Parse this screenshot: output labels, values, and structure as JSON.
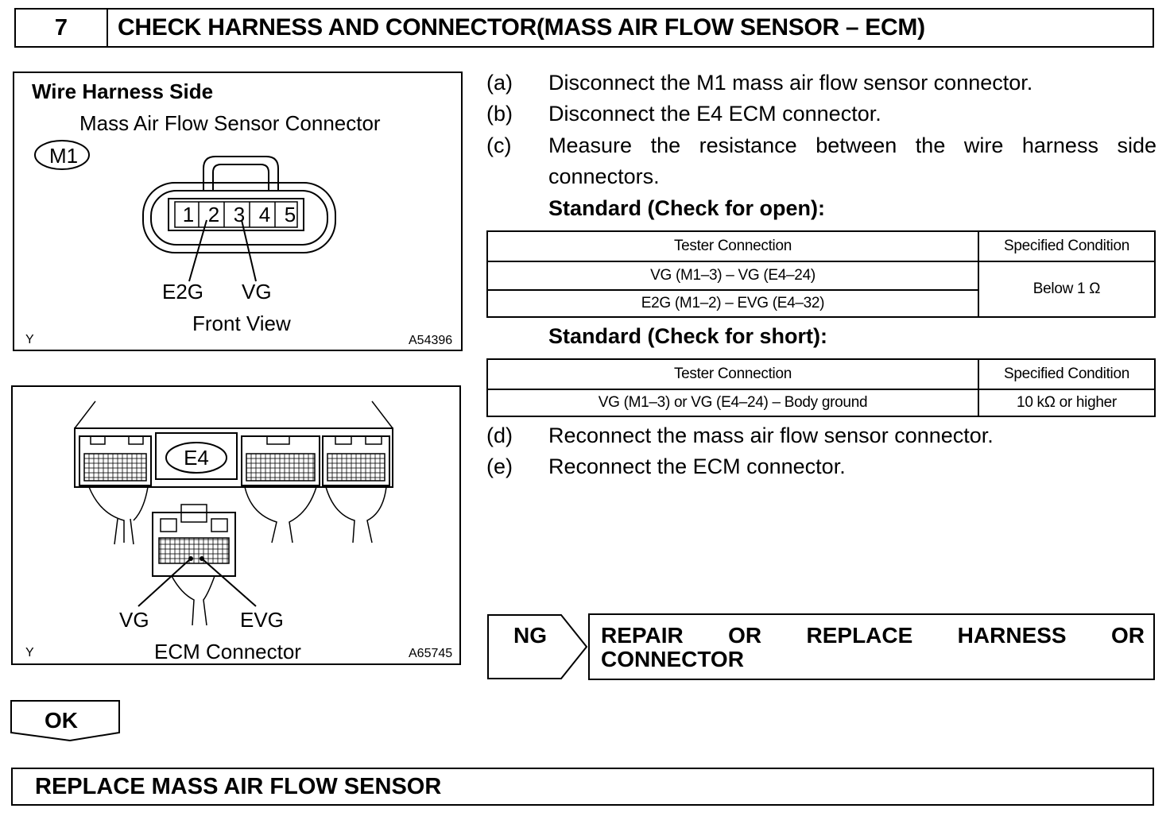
{
  "step": {
    "number": "7",
    "title": "CHECK HARNESS AND CONNECTOR(MASS AIR FLOW SENSOR – ECM)"
  },
  "figure1": {
    "heading": "Wire Harness Side",
    "subheading": "Mass Air Flow Sensor Connector",
    "connector_id": "M1",
    "pins": [
      "1",
      "2",
      "3",
      "4",
      "5"
    ],
    "label_left": "E2G",
    "label_right": "VG",
    "view": "Front View",
    "corner_code": "Y",
    "figure_code": "A54396"
  },
  "figure2": {
    "connector_id": "E4",
    "label_left": "VG",
    "label_right": "EVG",
    "caption": "ECM Connector",
    "corner_code": "Y",
    "figure_code": "A65745"
  },
  "instructions": [
    {
      "label": "(a)",
      "text": "Disconnect the M1 mass air flow sensor connector."
    },
    {
      "label": "(b)",
      "text": "Disconnect the E4 ECM connector."
    },
    {
      "label": "(c)",
      "line1": "Measure the resistance between the wire harness side",
      "line2": "connectors."
    }
  ],
  "standard_open": {
    "heading": "Standard (Check for open):",
    "col1": "Tester Connection",
    "col2": "Specified Condition",
    "rows": [
      "VG (M1–3) – VG (E4–24)",
      "E2G (M1–2) – EVG (E4–32)"
    ],
    "condition": "Below 1 Ω"
  },
  "standard_short": {
    "heading": "Standard (Check for short):",
    "col1": "Tester Connection",
    "col2": "Specified Condition",
    "row": "VG (M1–3) or VG (E4–24) – Body ground",
    "condition": "10 kΩ or higher"
  },
  "instructions_after": [
    {
      "label": "(d)",
      "text": "Reconnect the mass air flow sensor connector."
    },
    {
      "label": "(e)",
      "text": "Reconnect the ECM connector."
    }
  ],
  "ng": {
    "label": "NG",
    "action_line1": "REPAIR OR REPLACE HARNESS OR",
    "action_line2": "CONNECTOR"
  },
  "ok": {
    "label": "OK"
  },
  "final_action": "REPLACE MASS AIR FLOW SENSOR"
}
